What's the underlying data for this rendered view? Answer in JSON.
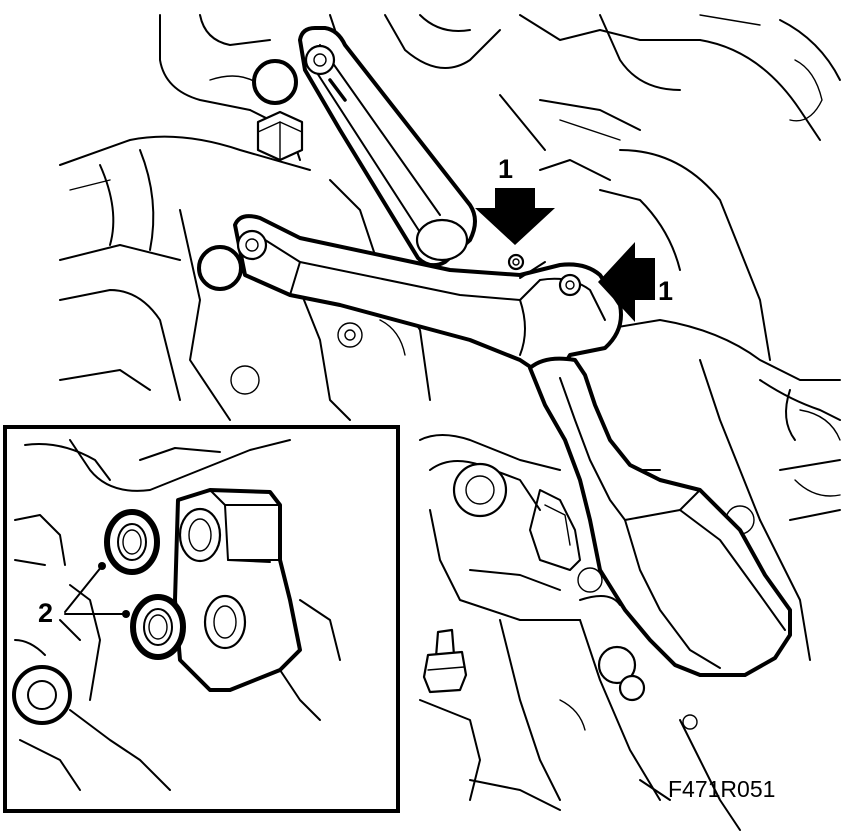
{
  "figure": {
    "id_label": "F471R051",
    "callouts": {
      "arrow_top": "1",
      "arrow_right": "1",
      "inset_seals": "2"
    }
  }
}
